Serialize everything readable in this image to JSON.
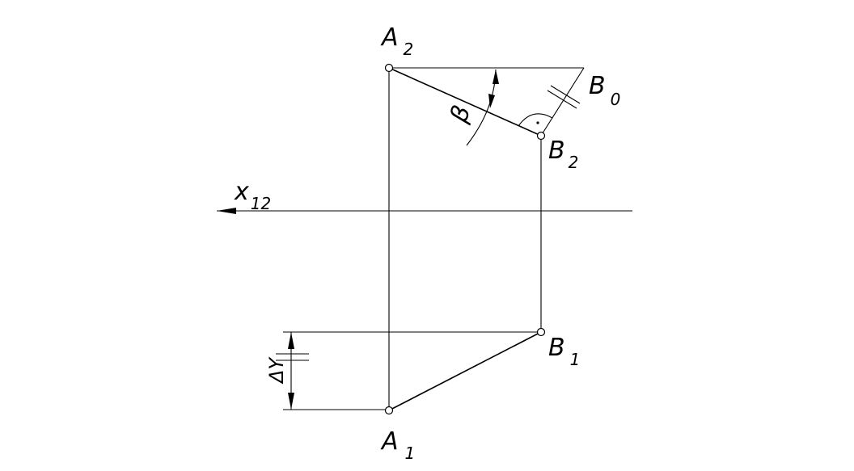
{
  "points": {
    "A2": {
      "letter": "A",
      "sub": "2"
    },
    "B0": {
      "letter": "B",
      "sub": "0"
    },
    "B2": {
      "letter": "B",
      "sub": "2"
    },
    "B1": {
      "letter": "B",
      "sub": "1"
    },
    "A1": {
      "letter": "A",
      "sub": "1"
    }
  },
  "axis": {
    "letter": "x",
    "sub": "12"
  },
  "angle_label": "β",
  "delta_label": "ΔY"
}
